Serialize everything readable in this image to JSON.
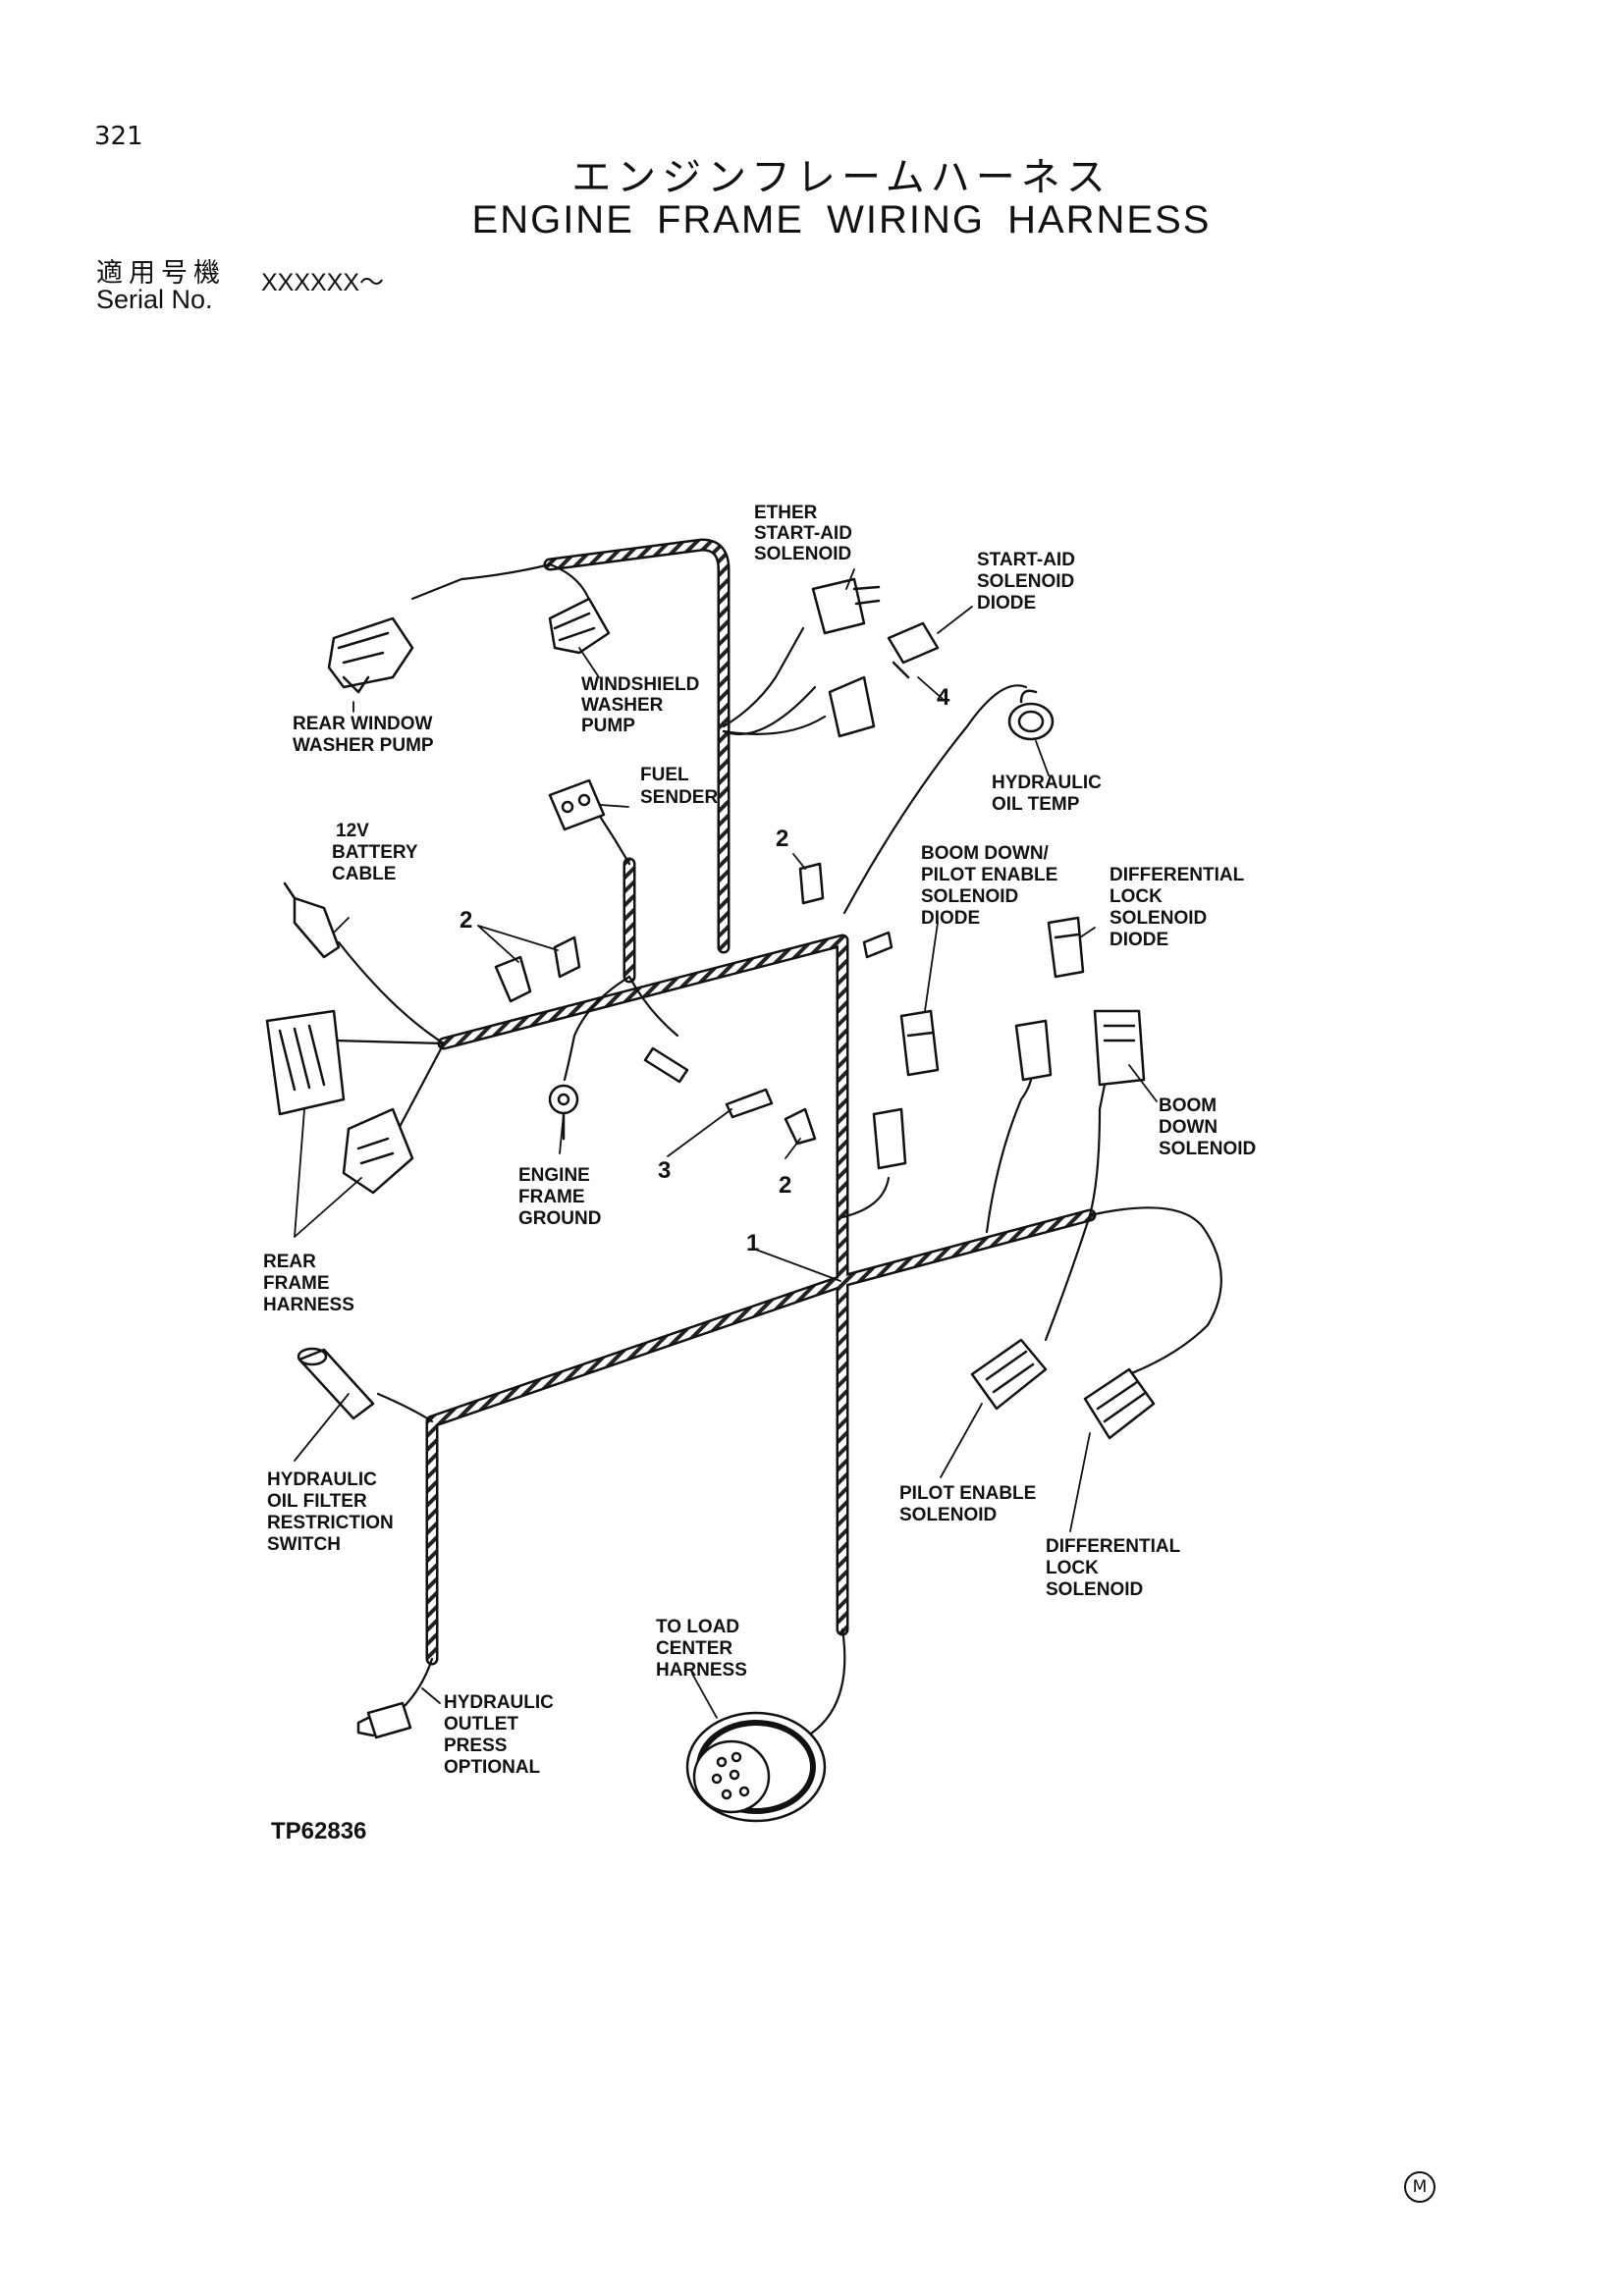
{
  "header": {
    "page_number": "321",
    "title_jp": "エンジンフレームハーネス",
    "title_en": "ENGINE FRAME WIRING HARNESS",
    "serial_label_jp": "適用号機",
    "serial_label_en": "Serial No.",
    "serial_value": "XXXXXX～"
  },
  "diagram": {
    "labels": {
      "ether": [
        "ETHER",
        "START-AID",
        "SOLENOID"
      ],
      "start_aid_diode": [
        "START-AID",
        "SOLENOID",
        "DIODE"
      ],
      "rear_window": [
        "REAR WINDOW",
        "WASHER PUMP"
      ],
      "windshield": [
        "WINDSHIELD",
        "WASHER",
        "PUMP"
      ],
      "hyd_oil_temp": [
        "HYDRAULIC",
        "OIL TEMP"
      ],
      "fuel_sender": [
        "FUEL",
        "SENDER"
      ],
      "battery_cable": [
        "12V",
        "BATTERY",
        "CABLE"
      ],
      "boom_down_pilot": [
        "BOOM DOWN/",
        "PILOT ENABLE",
        "SOLENOID",
        "DIODE"
      ],
      "diff_lock_diode": [
        "DIFFERENTIAL",
        "LOCK",
        "SOLENOID",
        "DIODE"
      ],
      "boom_down_solenoid": [
        "BOOM",
        "DOWN",
        "SOLENOID"
      ],
      "engine_frame_ground": [
        "ENGINE",
        "FRAME",
        "GROUND"
      ],
      "rear_frame_harness": [
        "REAR",
        "FRAME",
        "HARNESS"
      ],
      "hyd_filter_switch": [
        "HYDRAULIC",
        "OIL FILTER",
        "RESTRICTION",
        "SWITCH"
      ],
      "pilot_enable_solenoid": [
        "PILOT ENABLE",
        "SOLENOID"
      ],
      "diff_lock_solenoid": [
        "DIFFERENTIAL",
        "LOCK",
        "SOLENOID"
      ],
      "load_center": [
        "TO LOAD",
        "CENTER",
        "HARNESS"
      ],
      "hyd_outlet": [
        "HYDRAULIC",
        "OUTLET",
        "PRESS",
        "OPTIONAL"
      ]
    },
    "callouts": {
      "harness": "1",
      "clip_upper": "2",
      "clip_left": "2",
      "clip_lower": "2",
      "bolt": "3",
      "diode": "4"
    },
    "figure_code": "TP62836"
  },
  "footer": {
    "mark": "M"
  }
}
